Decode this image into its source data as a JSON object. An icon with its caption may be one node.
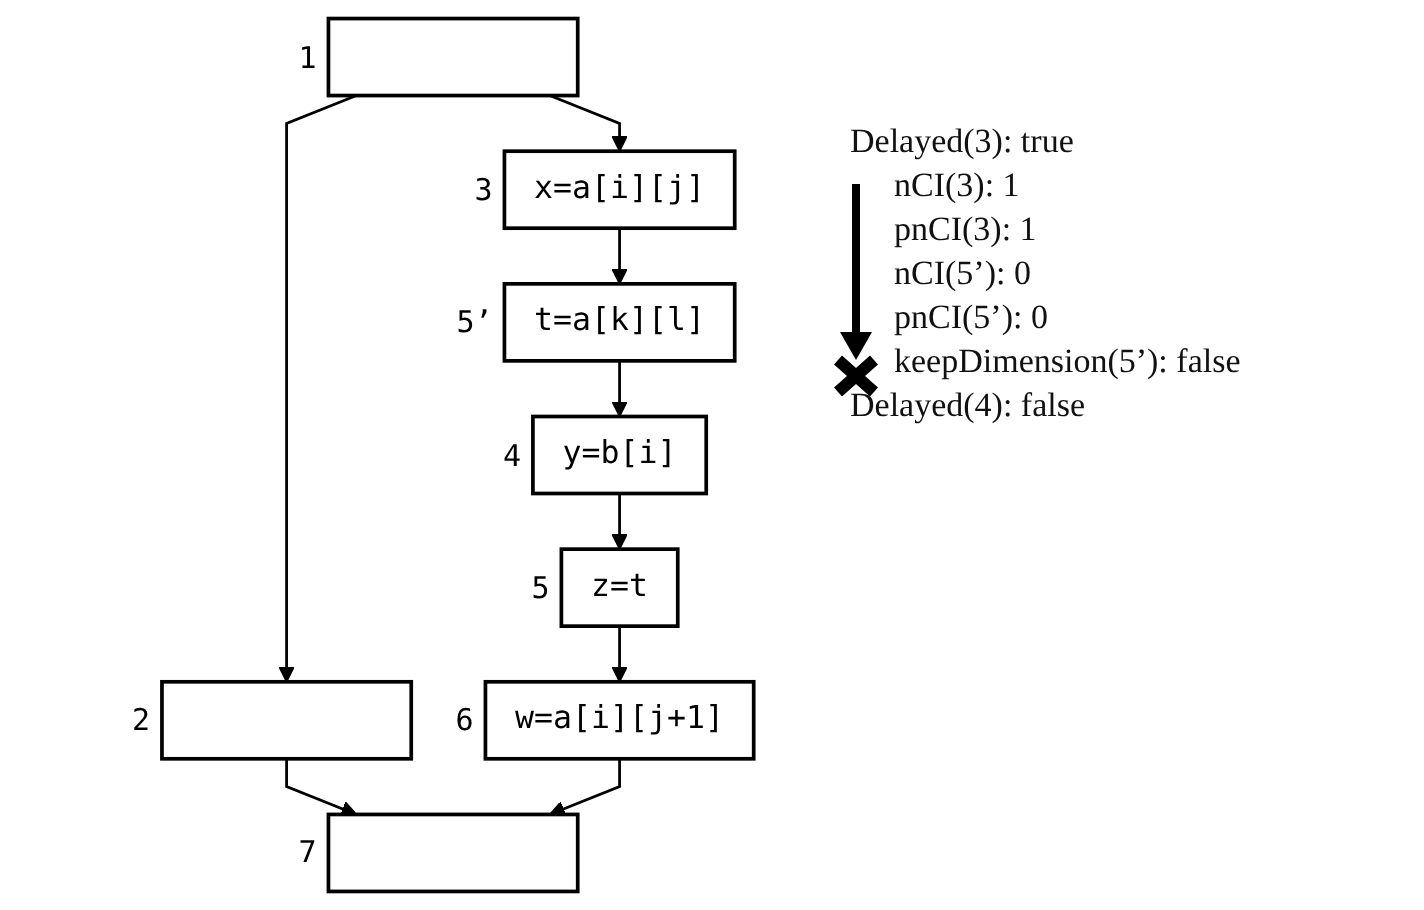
{
  "diagram": {
    "nodes": [
      {
        "text": [],
        "shape": "box",
        "beside": [
          "1"
        ]
      },
      {
        "text": [
          "x=a[i][j]"
        ],
        "beside": [
          "3"
        ]
      },
      {
        "text": [
          "t=a[k][l]"
        ],
        "beside": [
          "5’"
        ]
      },
      {
        "text": [
          "y=b[i]"
        ],
        "beside": [
          "4"
        ]
      },
      {
        "text": [
          "z=t"
        ],
        "beside": [
          "5"
        ]
      },
      {
        "text": [
          "w=a[i][j+1]"
        ],
        "beside": [
          "6"
        ]
      },
      {
        "text": [],
        "shape": "box",
        "beside": [
          "2"
        ]
      },
      {
        "text": [],
        "shape": "box",
        "beside": [
          "7"
        ]
      }
    ],
    "edges": [
      {
        "from": 0,
        "to": 1,
        "arrow": "to"
      },
      {
        "from": 0,
        "to": 6,
        "arrow": "to"
      },
      {
        "from": 1,
        "to": 2,
        "arrow": "to"
      },
      {
        "from": 2,
        "to": 3,
        "arrow": "to"
      },
      {
        "from": 3,
        "to": 4,
        "arrow": "to"
      },
      {
        "from": 4,
        "to": 5,
        "arrow": "to"
      },
      {
        "from": 6,
        "to": 7,
        "arrow": "to"
      },
      {
        "from": 5,
        "to": 7,
        "arrow": "to"
      }
    ],
    "labels": [
      "Delayed(3): true",
      "nCI(3): 1",
      "pnCI(3): 1",
      "nCI(5’): 0",
      "pnCI(5’): 0",
      "keepDimension(5’): false",
      "Delayed(4): false"
    ]
  }
}
